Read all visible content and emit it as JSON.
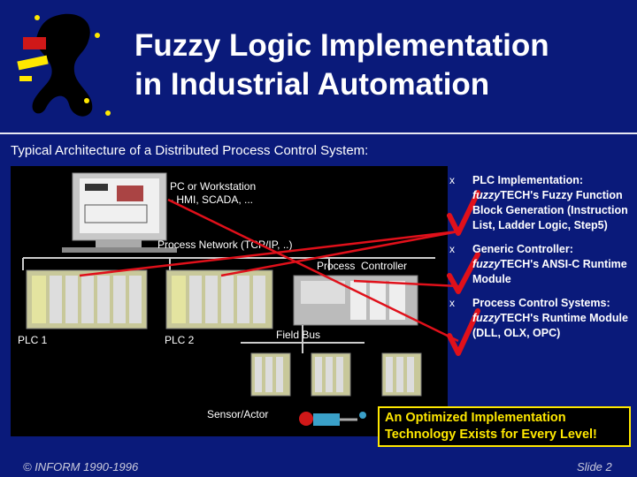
{
  "slide": {
    "title_line1": "Fuzzy Logic Implementation",
    "title_line2": "in Industrial Automation",
    "subtitle": "Typical Architecture of a Distributed Process Control System:",
    "footer_left": "© INFORM 1990-1996",
    "footer_right": "Slide 2"
  },
  "diagram": {
    "pc_label_1": "PC or Workstation",
    "pc_label_2": "- HMI, SCADA, ...",
    "network_label": "Process Network (TCP/IP, ..)",
    "process_controller_label": "Process  Controller",
    "field_bus_label": "Field Bus",
    "plc1_label": "PLC 1",
    "plc2_label": "PLC 2",
    "sensor_label": "Sensor/Actor"
  },
  "bullets": [
    {
      "mark": "x",
      "head": "PLC Implementation:",
      "em": "fuzzy",
      "rest": "TECH's Fuzzy Function Block Generation (Instruction List, Ladder Logic, Step5)"
    },
    {
      "mark": "x",
      "head": "Generic Controller:",
      "em": "fuzzy",
      "rest": "TECH's ANSI-C Runtime Module"
    },
    {
      "mark": "x",
      "head": "Process Control Systems:",
      "em": "fuzzy",
      "rest": "TECH's Runtime Module (DLL, OLX, OPC)"
    }
  ],
  "callout": {
    "line1": "An Optimized Implementation",
    "line2": "Technology Exists for Every Level!"
  },
  "colors": {
    "background": "#0a1a7a",
    "accent_red": "#e0101a",
    "callout_yellow": "#ffe800"
  }
}
